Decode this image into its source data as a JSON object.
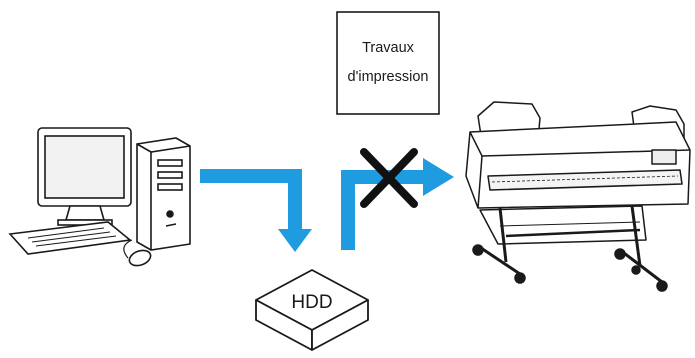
{
  "job_box": {
    "line1": "Travaux",
    "line2": "d'impression"
  },
  "hdd": {
    "label": "HDD"
  },
  "colors": {
    "arrow": "#1f9ce0",
    "cross": "#111111",
    "outline": "#1a1a1a"
  },
  "icons": [
    "computer-icon",
    "hdd-icon",
    "printer-icon",
    "cross-icon"
  ]
}
